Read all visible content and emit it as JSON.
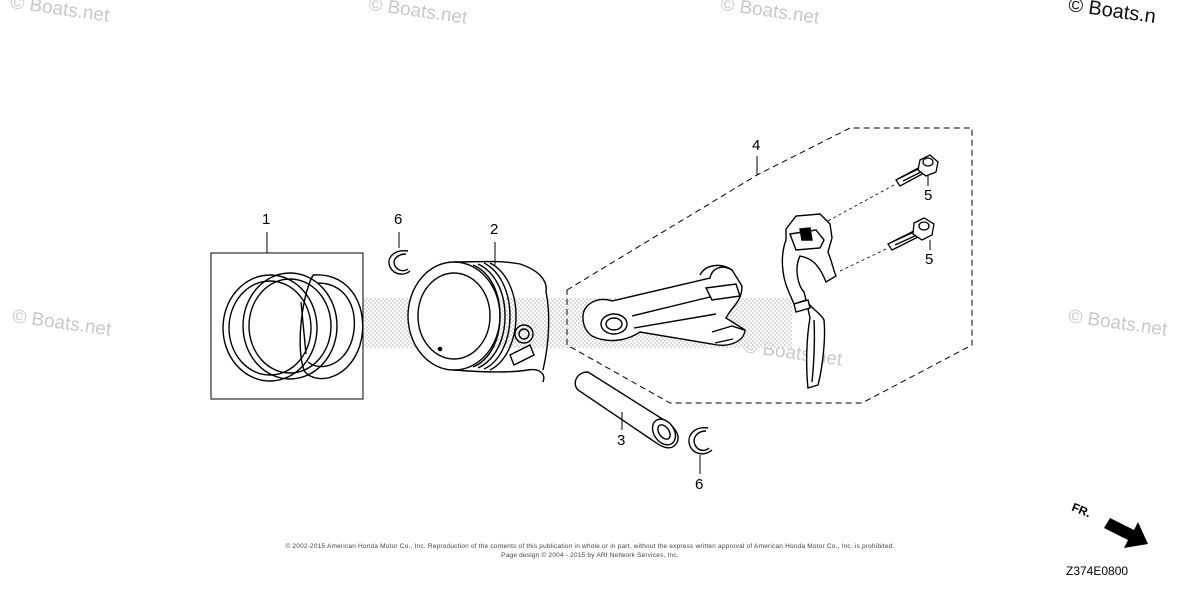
{
  "watermark": {
    "text": "© Boats.net",
    "text_cut": "© Boats.n"
  },
  "callouts": {
    "piston_ring_set": "1",
    "piston": "2",
    "piston_pin": "3",
    "connecting_rod_set": "4",
    "rod_bolt_upper": "5",
    "rod_bolt_lower": "5",
    "clip_upper": "6",
    "clip_lower": "6"
  },
  "copyright": {
    "line1": "© 2002-2015 American Honda Motor Co., Inc. Reproduction of the contents of this publication in whole or in part, without the express written approval of American Honda Motor Co., Inc. is prohibited.",
    "line2": "Page design © 2004 - 2015 by ARI Network Services, Inc."
  },
  "direction_label": "FR.",
  "diagram_code": "Z374E0800"
}
